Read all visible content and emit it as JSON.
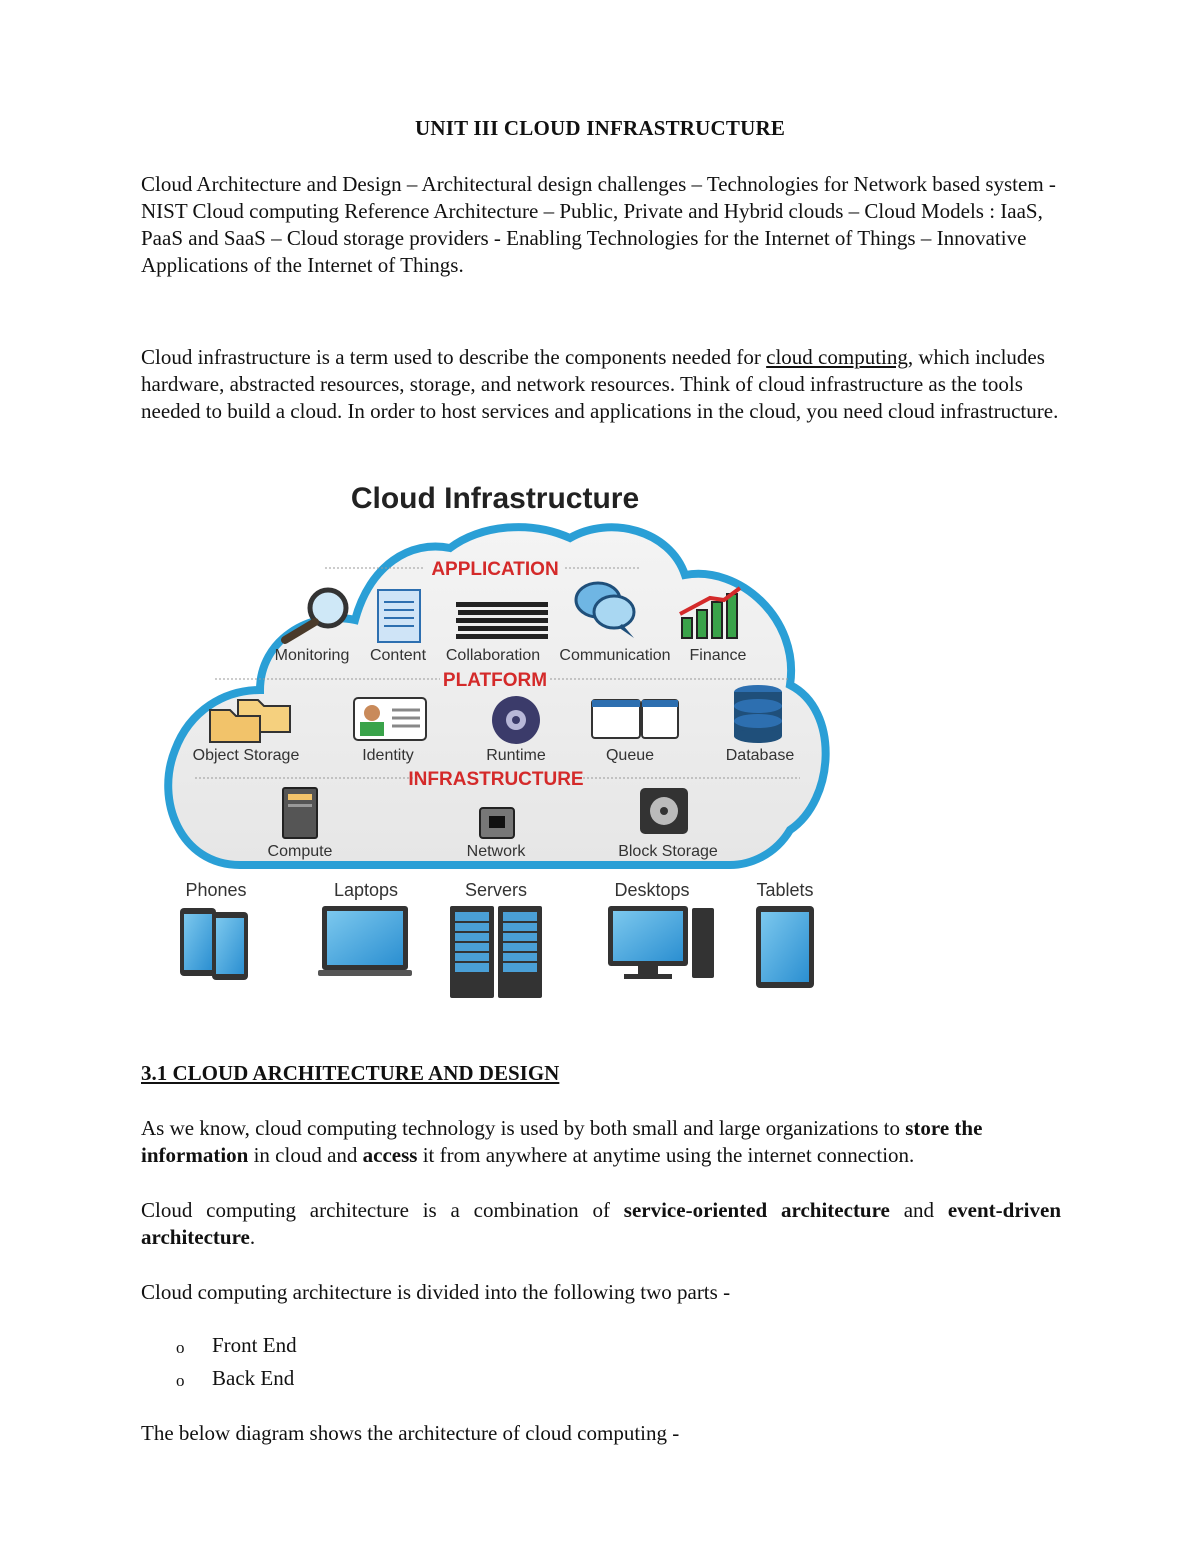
{
  "title": "UNIT III CLOUD INFRASTRUCTURE",
  "syllabus": "Cloud Architecture and Design – Architectural design challenges – Technologies for Network based system - NIST Cloud computing Reference Architecture – Public, Private and Hybrid clouds – Cloud Models : IaaS, PaaS and SaaS – Cloud storage providers - Enabling Technologies for the Internet of Things – Innovative Applications of the Internet of Things.",
  "intro": {
    "part1": "Cloud infrastructure is a term used to describe the components needed for ",
    "link": "cloud computing",
    "part2": ", which includes hardware, abstracted resources, storage, and network resources. Think of cloud infrastructure as the tools needed to build a cloud. In order to host services and applications in the cloud, you need cloud infrastructure."
  },
  "figure": {
    "title": "Cloud Infrastructure",
    "sections": {
      "application": "APPLICATION",
      "platform": "PLATFORM",
      "infrastructure": "INFRASTRUCTURE"
    },
    "application_items": [
      "Monitoring",
      "Content",
      "Collaboration",
      "Communication",
      "Finance"
    ],
    "platform_items": [
      "Object Storage",
      "Identity",
      "Runtime",
      "Queue",
      "Database"
    ],
    "infrastructure_items": [
      "Compute",
      "Network",
      "Block Storage"
    ],
    "devices": [
      "Phones",
      "Laptops",
      "Servers",
      "Desktops",
      "Tablets"
    ],
    "colors": {
      "cloud_border": "#2a9fd6",
      "section_label": "#d42a2a",
      "screen_blue": "#3fa9e0"
    }
  },
  "section_heading": "3.1 CLOUD ARCHITECTURE AND DESIGN",
  "para1": {
    "t1": "As we know, cloud computing technology is used by both small and large organizations to ",
    "b1": "store the information",
    "t2": " in cloud and ",
    "b2": "access",
    "t3": " it from anywhere at anytime using the internet connection."
  },
  "para2": {
    "t1": "Cloud computing architecture is a combination of ",
    "b1": "service-oriented architecture",
    "t2": " and ",
    "b2": "event-driven architecture",
    "t3": "."
  },
  "para3": "Cloud computing architecture is divided into the following two parts -",
  "bullets": [
    "Front End",
    "Back End"
  ],
  "bullet_marker": "o",
  "para4": "The below diagram shows the architecture of cloud computing -"
}
